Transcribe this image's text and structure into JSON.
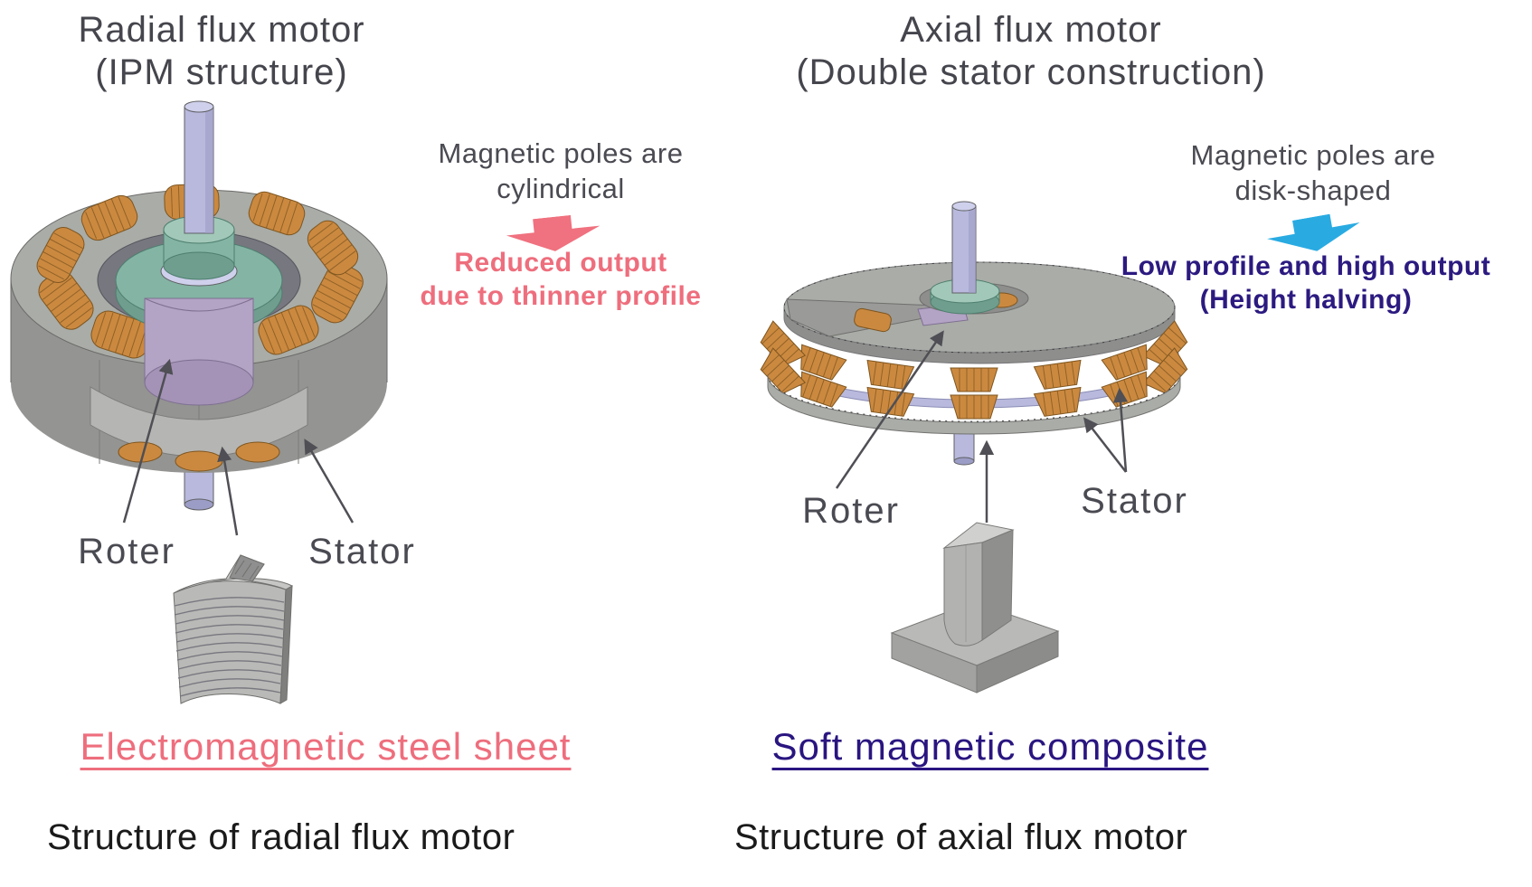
{
  "left": {
    "title_line1": "Radial flux motor",
    "title_line2": "(IPM structure)",
    "callout_line1": "Magnetic poles are",
    "callout_line2": "cylindrical",
    "result_line1": "Reduced output",
    "result_line2": "due to thinner profile",
    "label_rotor": "Roter",
    "label_stator": "Stator",
    "material": "Electromagnetic steel sheet",
    "caption": "Structure of radial flux motor"
  },
  "right": {
    "title_line1": "Axial flux motor",
    "title_line2": "(Double stator construction)",
    "callout_line1": "Magnetic poles are",
    "callout_line2": "disk-shaped",
    "result_line1": "Low profile and high output",
    "result_line2": "(Height halving)",
    "label_rotor": "Roter",
    "label_stator": "Stator",
    "material": "Soft magnetic composite",
    "caption": "Structure of axial flux motor"
  },
  "colors": {
    "heading": "#45454d",
    "body": "#4a4a52",
    "caption": "#1a1a1a",
    "pink": "#ee6e7d",
    "pink_arrow": "#f0717f",
    "blue_arrow": "#29abe2",
    "purple": "#2c1a80",
    "navy": "#2a1580",
    "copper": "#cb8940",
    "lilac": "#b8b9dd",
    "rotor_purple": "#b3a3c5",
    "annotation_arrow": "#4f4f55"
  }
}
